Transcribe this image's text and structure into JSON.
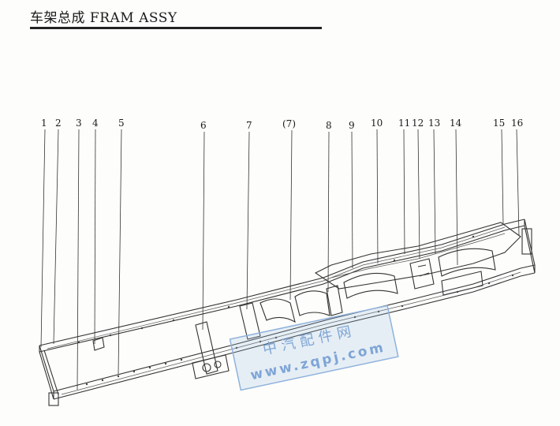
{
  "title": "车架总成 FRAM ASSY",
  "callouts": [
    "1",
    "2",
    "3",
    "4",
    "5",
    "6",
    "7",
    "(7)",
    "8",
    "9",
    "10",
    "11",
    "12",
    "13",
    "14",
    "15",
    "16"
  ],
  "watermark": {
    "line1": "中汽配件网",
    "line2": "www.zqpj.com"
  }
}
